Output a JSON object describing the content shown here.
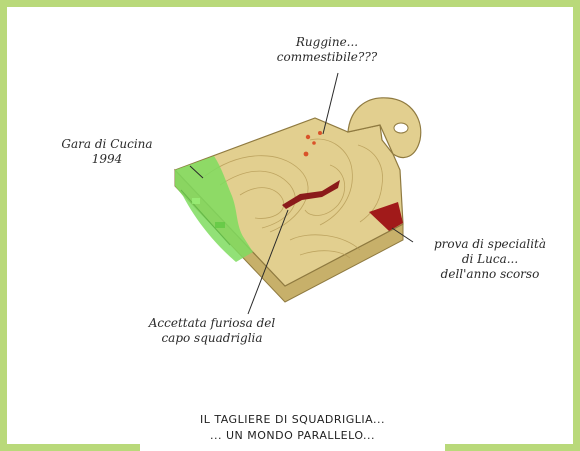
{
  "colors": {
    "frame": "#b9d97a",
    "board_wood": "#e2cf8f",
    "board_edge": "#c7b06a",
    "green_stain": "#7fdc5f",
    "cut": "#8b1a1a",
    "rust_spots": "#d9532a",
    "prova_stain": "#a11a1a"
  },
  "annotations": {
    "rust": [
      "Ruggine...",
      "commestibile???"
    ],
    "gara": [
      "Gara di Cucina",
      "1994"
    ],
    "prova": [
      "prova di specialità",
      "di Luca...",
      "dell'anno scorso"
    ],
    "accetta": [
      "Accettata furiosa del",
      "capo squadriglia"
    ]
  },
  "caption": {
    "line1": "IL TAGLIERE DI SQUADRIGLIA...",
    "line2": "... UN MONDO PARALLELO..."
  }
}
